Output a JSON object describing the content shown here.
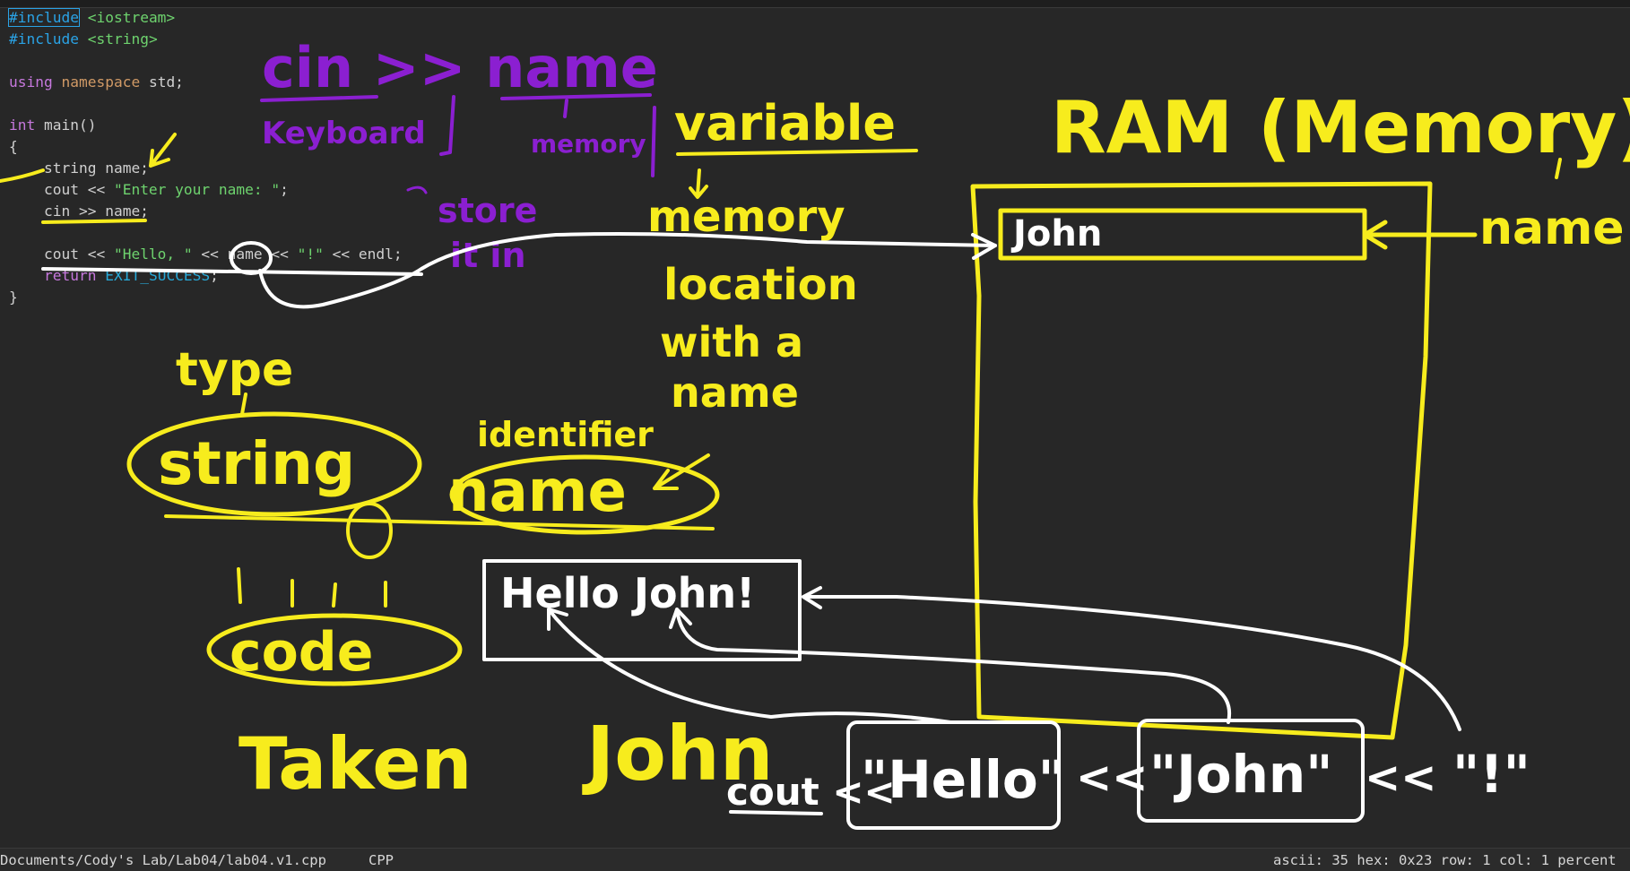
{
  "editor": {
    "lines": [
      [
        "#include",
        " ",
        "<iostream>"
      ],
      [
        "#include",
        " ",
        "<string>"
      ],
      [
        ""
      ],
      [
        "using",
        " ",
        "namespace",
        " std;"
      ],
      [
        ""
      ],
      [
        "int",
        " main()"
      ],
      [
        "{"
      ],
      [
        "    string name;"
      ],
      [
        "    cout << ",
        "\"Enter your name: \"",
        ";"
      ],
      [
        "    cin >> name;"
      ],
      [
        ""
      ],
      [
        "    cout << ",
        "\"Hello, \"",
        " << name << ",
        "\"!\"",
        " << endl;"
      ],
      [
        "    ",
        "return",
        " ",
        "EXIT_SUCCESS",
        ";"
      ],
      [
        "}"
      ]
    ]
  },
  "ink_text": {
    "cin_name": "cin >> name",
    "keyboard": "Keyboard",
    "memory_small": "memory",
    "variable": "variable",
    "store_it_in": [
      "store",
      "it in"
    ],
    "memory_location": [
      "memory",
      "location",
      "with a",
      "name"
    ],
    "ram_title": "RAM (Memory)",
    "ram_cell_value": "John",
    "ram_cell_label": "name",
    "type": "type",
    "string_word": "string",
    "identifier": "identifier",
    "name_word": "name",
    "code": "code",
    "output_box": "Hello John!",
    "taken": "Taken",
    "john_bottom": "John",
    "cout_expr": [
      "cout <<",
      "\"Hello\"",
      "<<",
      "\"John\"",
      "<<",
      "\"!\""
    ]
  },
  "colors": {
    "yellow": "#f7ec1d",
    "purple": "#8b1fd1",
    "white": "#ffffff"
  },
  "statusbar": {
    "path": "Documents/Cody's Lab/Lab04/lab04.v1.cpp",
    "language": "CPP",
    "info": "ascii: 35 hex: 0x23 row: 1 col: 1 percent"
  }
}
